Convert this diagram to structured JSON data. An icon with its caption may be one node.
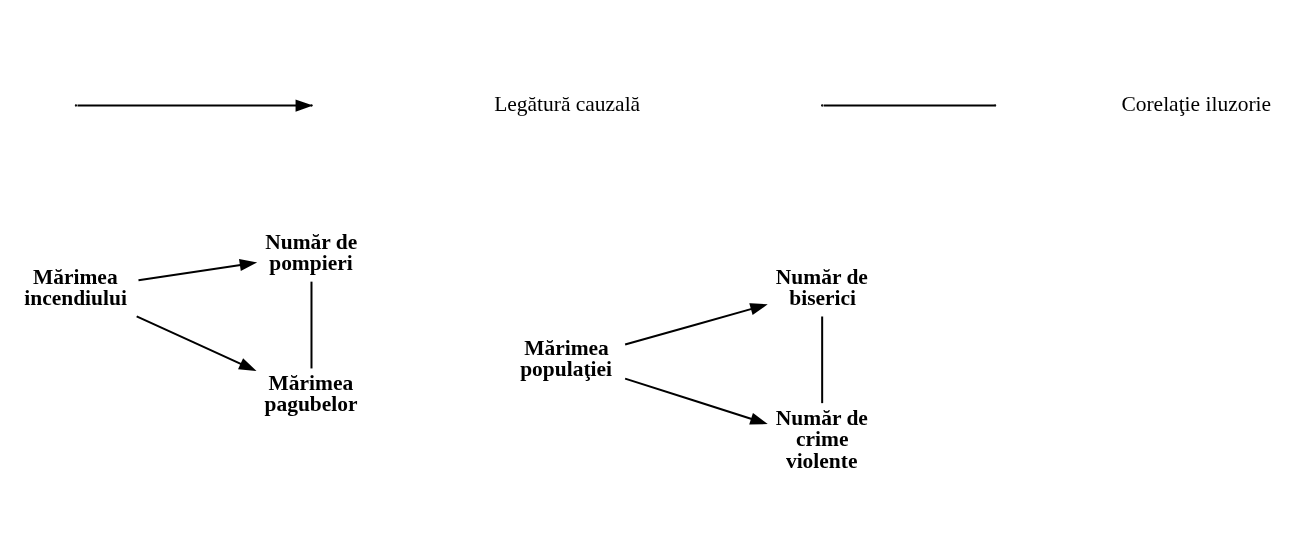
{
  "diagram": {
    "nodes": [
      {
        "text": [
          "Mărimea incendiului"
        ]
      },
      {
        "text": [
          "Număr de pompieri"
        ]
      },
      {
        "text": [
          "Mărimea pagubelor"
        ]
      },
      {
        "text": [
          "Mărimea populaţiei"
        ]
      },
      {
        "text": [
          "Număr de biserici"
        ]
      },
      {
        "text": [
          "Număr de crime violente"
        ]
      }
    ],
    "edges": [
      {
        "from": 0,
        "to": 1,
        "arrow": "to"
      },
      {
        "from": 0,
        "to": 2,
        "arrow": "to"
      },
      {
        "from": 1,
        "to": 2,
        "arrow": "none"
      },
      {
        "from": 3,
        "to": 4,
        "arrow": "to"
      },
      {
        "from": 3,
        "to": 5,
        "arrow": "to"
      },
      {
        "from": 4,
        "to": 5,
        "arrow": "none"
      }
    ],
    "legend": [
      {
        "text": "Legătură cauzală"
      },
      {
        "text": "Corelaţie iluzorie"
      }
    ]
  }
}
